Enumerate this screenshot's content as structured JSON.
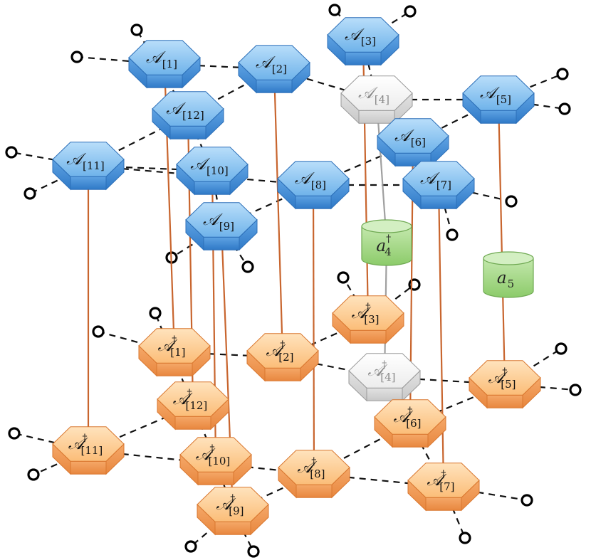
{
  "upper_tensors": [
    {
      "id": "u1",
      "symbol": "𝒜",
      "sub": "[1]",
      "kind": "blue"
    },
    {
      "id": "u2",
      "symbol": "𝒜",
      "sub": "[2]",
      "kind": "blue"
    },
    {
      "id": "u3",
      "symbol": "𝒜",
      "sub": "[3]",
      "kind": "blue"
    },
    {
      "id": "u4",
      "symbol": "𝒜",
      "sub": "[4]",
      "kind": "ghost"
    },
    {
      "id": "u5",
      "symbol": "𝒜",
      "sub": "[5]",
      "kind": "blue"
    },
    {
      "id": "u6",
      "symbol": "𝒜",
      "sub": "[6]",
      "kind": "blue"
    },
    {
      "id": "u7",
      "symbol": "𝒜",
      "sub": "[7]",
      "kind": "blue"
    },
    {
      "id": "u8",
      "symbol": "𝒜",
      "sub": "[8]",
      "kind": "blue"
    },
    {
      "id": "u9",
      "symbol": "𝒜",
      "sub": "[9]",
      "kind": "blue"
    },
    {
      "id": "u10",
      "symbol": "𝒜",
      "sub": "[10]",
      "kind": "blue"
    },
    {
      "id": "u11",
      "symbol": "𝒜",
      "sub": "[11]",
      "kind": "blue"
    },
    {
      "id": "u12",
      "symbol": "𝒜",
      "sub": "[12]",
      "kind": "blue"
    }
  ],
  "lower_tensors": [
    {
      "id": "l1",
      "symbol": "𝒜",
      "sup": "†",
      "sub": "[1]",
      "kind": "orange"
    },
    {
      "id": "l2",
      "symbol": "𝒜",
      "sup": "†",
      "sub": "[2]",
      "kind": "orange"
    },
    {
      "id": "l3",
      "symbol": "𝒜",
      "sup": "†",
      "sub": "[3]",
      "kind": "orange"
    },
    {
      "id": "l4",
      "symbol": "𝒜",
      "sup": "†",
      "sub": "[4]",
      "kind": "ghost"
    },
    {
      "id": "l5",
      "symbol": "𝒜",
      "sup": "†",
      "sub": "[5]",
      "kind": "orange"
    },
    {
      "id": "l6",
      "symbol": "𝒜",
      "sup": "†",
      "sub": "[6]",
      "kind": "orange"
    },
    {
      "id": "l7",
      "symbol": "𝒜",
      "sup": "†",
      "sub": "[7]",
      "kind": "orange"
    },
    {
      "id": "l8",
      "symbol": "𝒜",
      "sup": "†",
      "sub": "[8]",
      "kind": "orange"
    },
    {
      "id": "l9",
      "symbol": "𝒜",
      "sup": "†",
      "sub": "[9]",
      "kind": "orange"
    },
    {
      "id": "l10",
      "symbol": "𝒜",
      "sup": "†",
      "sub": "[10]",
      "kind": "orange"
    },
    {
      "id": "l11",
      "symbol": "𝒜",
      "sup": "†",
      "sub": "[11]",
      "kind": "orange"
    },
    {
      "id": "l12",
      "symbol": "𝒜",
      "sup": "†",
      "sub": "[12]",
      "kind": "orange"
    }
  ],
  "operators": [
    {
      "id": "op4",
      "symbol": "a",
      "sup": "†",
      "sub": "4"
    },
    {
      "id": "op5",
      "symbol": "a",
      "sub": "5"
    }
  ],
  "colors": {
    "blue_top": "#7ec0ee",
    "blue_side": "#4a90d9",
    "orange_top": "#fbc98a",
    "orange_side": "#ef9a55",
    "ghost_top": "#f4f4f4",
    "ghost_side": "#d6d6d6",
    "operator": "#9bd27f",
    "vertical_bond": "#c8652e",
    "ghost_bond": "#a0a0a0",
    "dashed_bond": "#111111"
  }
}
